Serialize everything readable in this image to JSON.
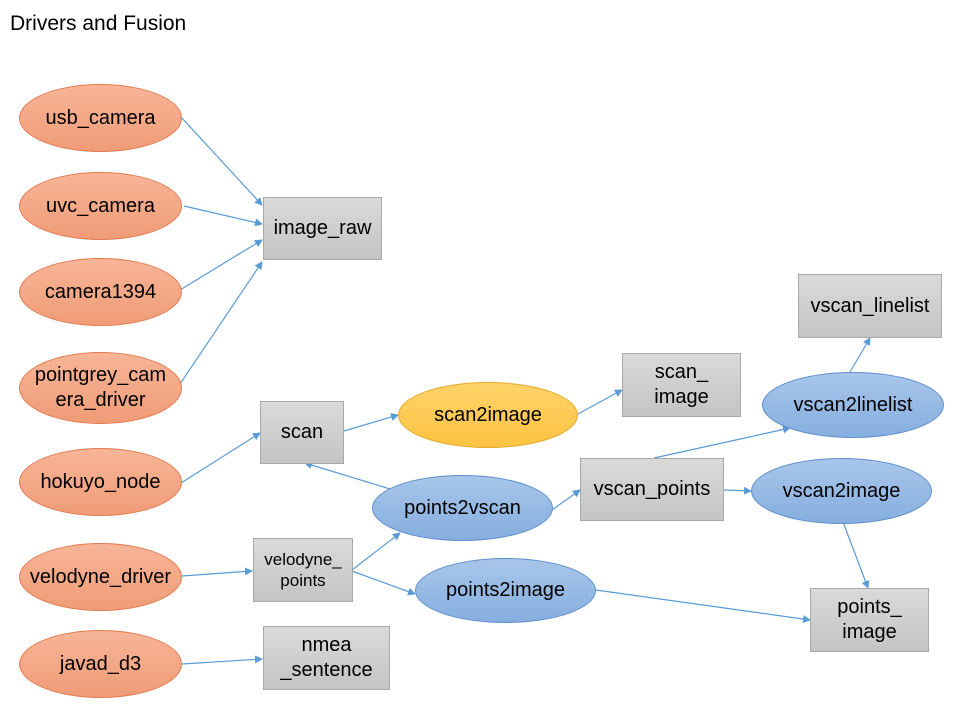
{
  "title": {
    "part1": "Drivers",
    "part2": " and Fusion"
  },
  "nodes": {
    "usb_camera": "usb_camera",
    "uvc_camera": "uvc_camera",
    "camera1394": "camera1394",
    "pointgrey_line1": "pointgrey_cam",
    "pointgrey_line2": "era_driver",
    "hokuyo_node": "hokuyo_node",
    "velodyne_driver": "velodyne_driver",
    "javad_d3": "javad_d3",
    "image_raw": "image_raw",
    "scan": "scan",
    "velodyne_line1": "velodyne_",
    "velodyne_line2": "points",
    "nmea_line1": "nmea",
    "nmea_line2": "_sentence",
    "scan2image": "scan2image",
    "points2vscan": "points2vscan",
    "points2image": "points2image",
    "scan_image_line1": "scan_",
    "scan_image_line2": "image",
    "vscan_points": "vscan_points",
    "vscan2linelist": "vscan2linelist",
    "vscan2image": "vscan2image",
    "vscan_linelist": "vscan_linelist",
    "points_image_line1": "points_",
    "points_image_line2": "image"
  },
  "colors": {
    "driver_node": "#f4a582",
    "fusion_node_blue": "#8fb4e3",
    "fusion_node_yellow": "#ffc947",
    "topic_box": "#cfcfcf",
    "edge": "#5b9bd5"
  }
}
